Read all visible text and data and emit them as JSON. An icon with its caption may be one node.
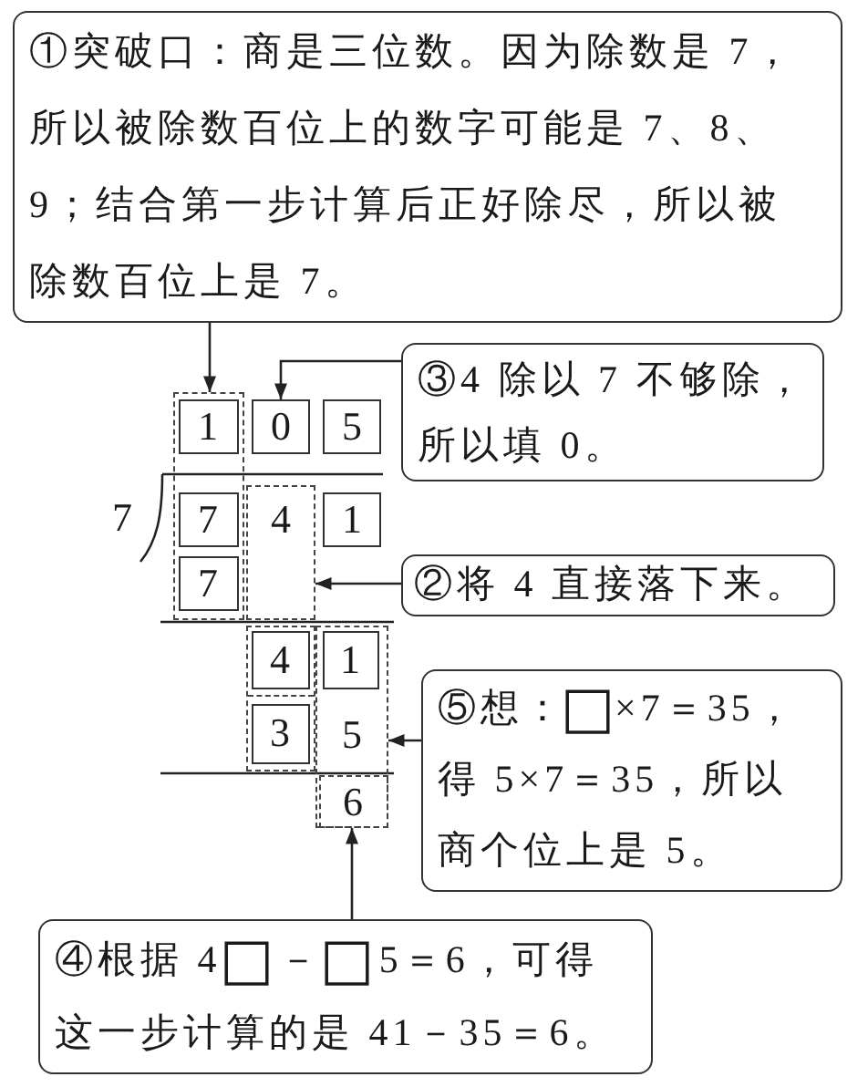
{
  "diagram": {
    "nodes": [
      {
        "text": [
          "①突破口：商是三位数。因为除数是 7，所以被除数百位上的数字可能是 7、8、9；结合第一步计算后正好除尽，所以被除数百位上是 7。"
        ]
      },
      {
        "text": [
          "③4 除以 7 不够除，所以填 0。"
        ]
      },
      {
        "text": [],
        "shape": "box"
      },
      {
        "text": [
          "1"
        ],
        "in": 2
      },
      {
        "text": [
          "0"
        ]
      },
      {
        "text": [
          "5"
        ]
      },
      {
        "text": [
          "7"
        ],
        "in": 2
      },
      {
        "text": [
          "4"
        ]
      },
      {
        "text": [
          "1"
        ]
      },
      {
        "text": [
          "7"
        ],
        "in": 2
      },
      {
        "text": [
          "②将 4 直接落下来。"
        ]
      },
      {
        "text": [],
        "shape": "box"
      },
      {
        "text": [
          "4"
        ],
        "in": 11
      },
      {
        "text": [
          "5"
        ]
      },
      {
        "text": [
          "1"
        ],
        "in": 13
      },
      {
        "text": [
          "⑤想：□×7＝35，得 5×7＝35，所以商个位上是 5。"
        ]
      },
      {
        "text": [
          "3"
        ],
        "in": 11
      },
      {
        "text": [
          "6"
        ],
        "in": 13
      },
      {
        "text": [
          "④根据 4□－□5＝6，可得这一步计算的是 41－35＝6。"
        ]
      }
    ],
    "edges": [
      {
        "from": 0,
        "to": 2,
        "arrow": "to"
      },
      {
        "from": 1,
        "to": 4,
        "arrow": "to"
      },
      {
        "from": 10,
        "to": 7,
        "arrow": "to"
      },
      {
        "from": 15,
        "to": 13,
        "arrow": "to"
      },
      {
        "from": 18,
        "to": 17,
        "arrow": "to"
      }
    ],
    "labels": [
      "7"
    ]
  }
}
